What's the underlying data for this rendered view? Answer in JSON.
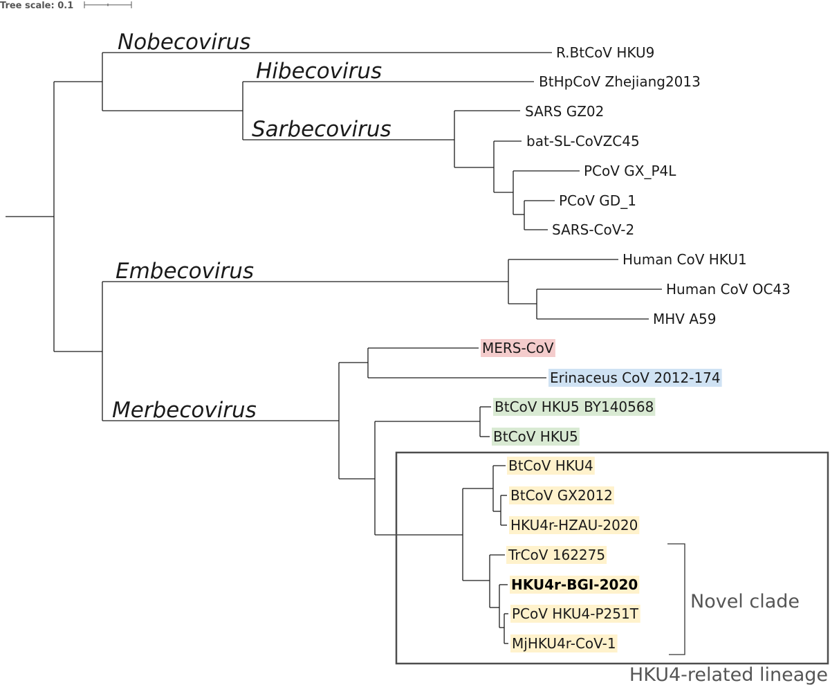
{
  "scale": {
    "label": "Tree scale: 0.1"
  },
  "colors": {
    "merbeco_red": "#f4cccc",
    "merbeco_blue": "#cfe2f3",
    "merbeco_green": "#d9ead3",
    "hku4_yellow": "#fff2cc",
    "box_border": "#4d4d4d"
  },
  "genera": {
    "nobecovirus": "Nobecovirus",
    "hibecovirus": "Hibecovirus",
    "sarbecovirus": "Sarbecovirus",
    "embecovirus": "Embecovirus",
    "merbecovirus": "Merbecovirus"
  },
  "tips": [
    {
      "label": "R.BtCoV HKU9"
    },
    {
      "label": "BtHpCoV Zhejiang2013"
    },
    {
      "label": "SARS GZ02"
    },
    {
      "label": "bat-SL-CoVZC45"
    },
    {
      "label": "PCoV GX_P4L"
    },
    {
      "label": "PCoV GD_1"
    },
    {
      "label": "SARS-CoV-2"
    },
    {
      "label": "Human CoV HKU1"
    },
    {
      "label": "Human CoV OC43"
    },
    {
      "label": "MHV A59"
    },
    {
      "label": "MERS-CoV",
      "highlight": "merbeco_red"
    },
    {
      "label": "Erinaceus CoV 2012-174",
      "highlight": "merbeco_blue"
    },
    {
      "label": "BtCoV HKU5 BY140568",
      "highlight": "merbeco_green"
    },
    {
      "label": "BtCoV HKU5",
      "highlight": "merbeco_green"
    },
    {
      "label": "BtCoV HKU4",
      "highlight": "hku4_yellow"
    },
    {
      "label": "BtCoV GX2012",
      "highlight": "hku4_yellow"
    },
    {
      "label": "HKU4r-HZAU-2020",
      "highlight": "hku4_yellow"
    },
    {
      "label": "TrCoV 162275",
      "highlight": "hku4_yellow"
    },
    {
      "label": "HKU4r-BGI-2020",
      "highlight": "hku4_yellow",
      "bold": true
    },
    {
      "label": "PCoV HKU4-P251T",
      "highlight": "hku4_yellow"
    },
    {
      "label": "MjHKU4r-CoV-1",
      "highlight": "hku4_yellow"
    }
  ],
  "annotations": {
    "novel_clade": "Novel clade",
    "hku4_lineage": "HKU4-related lineage"
  }
}
